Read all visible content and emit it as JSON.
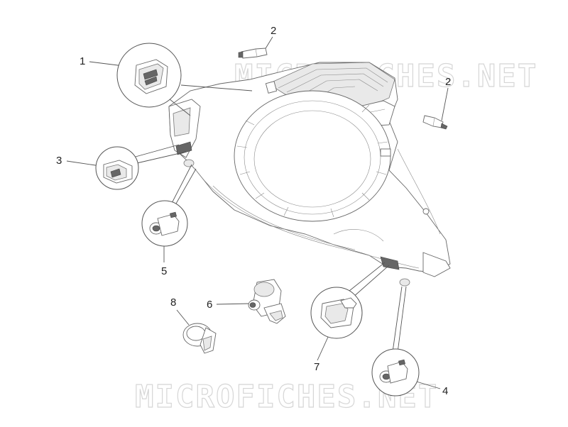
{
  "watermark": {
    "top": "MICROFICHES.NET",
    "bottom": "MICROFICHES.NET"
  },
  "callouts": [
    {
      "id": "c1",
      "label": "1"
    },
    {
      "id": "c2a",
      "label": "2"
    },
    {
      "id": "c2b",
      "label": "2"
    },
    {
      "id": "c3",
      "label": "3"
    },
    {
      "id": "c4",
      "label": "4"
    },
    {
      "id": "c5",
      "label": "5"
    },
    {
      "id": "c6",
      "label": "6"
    },
    {
      "id": "c7",
      "label": "7"
    },
    {
      "id": "c8",
      "label": "8"
    }
  ]
}
